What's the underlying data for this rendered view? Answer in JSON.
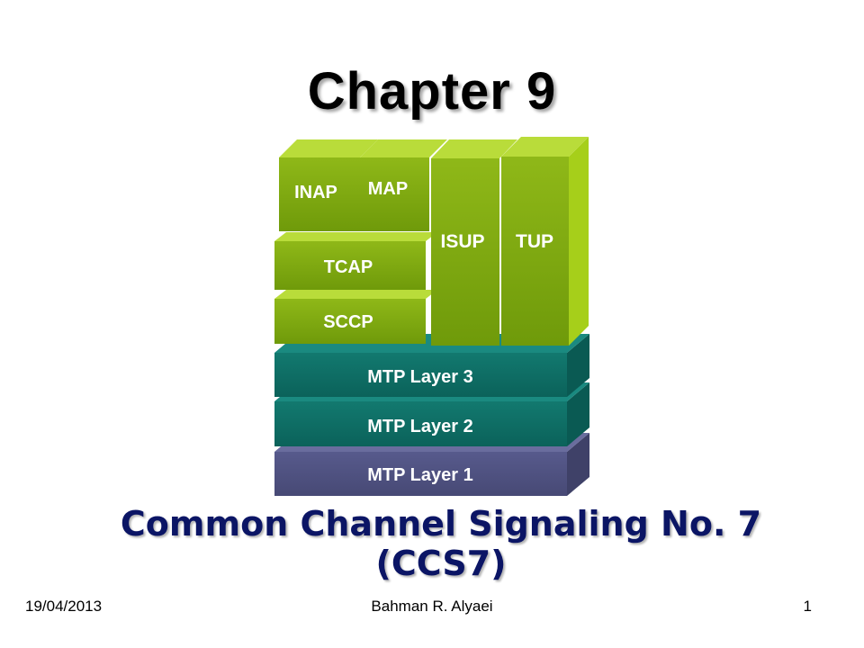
{
  "slide": {
    "title": "Chapter 9",
    "subtitle_line1": "Common Channel Signaling No. 7",
    "subtitle_line2": "(CCS7)"
  },
  "diagram": {
    "blocks": {
      "inap": "INAP",
      "map": "MAP",
      "isup": "ISUP",
      "tup": "TUP",
      "tcap": "TCAP",
      "sccp": "SCCP",
      "mtp3": "MTP Layer 3",
      "mtp2": "MTP Layer 2",
      "mtp1": "MTP Layer 1"
    },
    "colors": {
      "user_parts_front": "#7ea80e",
      "user_parts_side": "#a6cf1a",
      "user_parts_top": "#b9dc3a",
      "mtp23_front": "#0e6e66",
      "mtp23_side": "#0a5a53",
      "mtp1_front": "#4e5080",
      "mtp1_side": "#3f4168"
    }
  },
  "footer": {
    "date": "19/04/2013",
    "author": "Bahman R. Alyaei",
    "page": "1"
  }
}
